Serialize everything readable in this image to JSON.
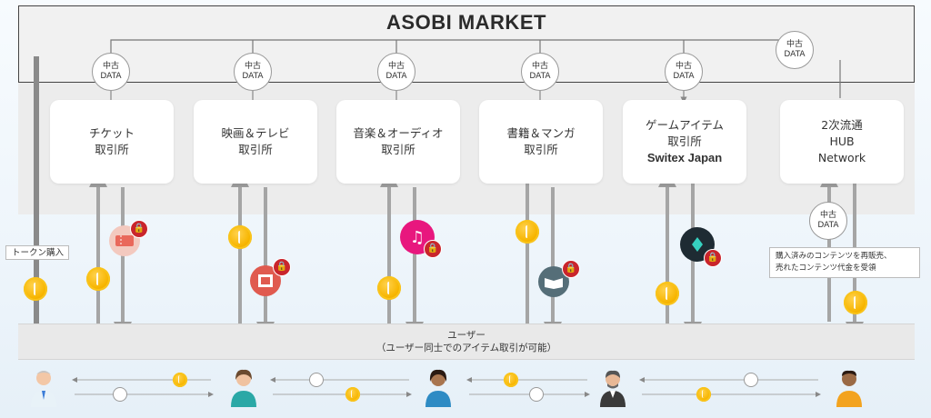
{
  "market": {
    "title": "ASOBI MARKET"
  },
  "data_badge": {
    "line1": "中古",
    "line2": "DATA"
  },
  "exchanges": [
    {
      "id": "ticket",
      "line1": "チケット",
      "line2": "取引所",
      "line3": ""
    },
    {
      "id": "movie",
      "line1": "映画＆テレビ",
      "line2": "取引所",
      "line3": ""
    },
    {
      "id": "music",
      "line1": "音楽＆オーディオ",
      "line2": "取引所",
      "line3": ""
    },
    {
      "id": "books",
      "line1": "書籍＆マンガ",
      "line2": "取引所",
      "line3": ""
    },
    {
      "id": "game",
      "line1": "ゲームアイテム",
      "line2": "取引所",
      "line3": "Switex Japan"
    },
    {
      "id": "hub",
      "line1": "2次流通",
      "line2": "HUB",
      "line3": "Network"
    }
  ],
  "token_purchase": {
    "label": "トークン購入"
  },
  "resale_note": {
    "line1": "購入済みのコンテンツを再販売、",
    "line2": "売れたコンテンツ代金を受領"
  },
  "users": {
    "line1": "ユーザー",
    "line2": "（ユーザー同士でのアイテム取引が可能）"
  },
  "icons": [
    "ticket-icon",
    "film-icon",
    "music-note-icon",
    "book-icon",
    "crystal-icon",
    "lock-icon",
    "coin-icon",
    "person-icon"
  ],
  "colors": {
    "arrow": "#9b9b9b",
    "lock": "#c9252c",
    "coin": "#f7b500",
    "music": "#e8177e",
    "film": "#e05a4f",
    "book": "#556e78",
    "crystal": "#1e8a7e"
  }
}
